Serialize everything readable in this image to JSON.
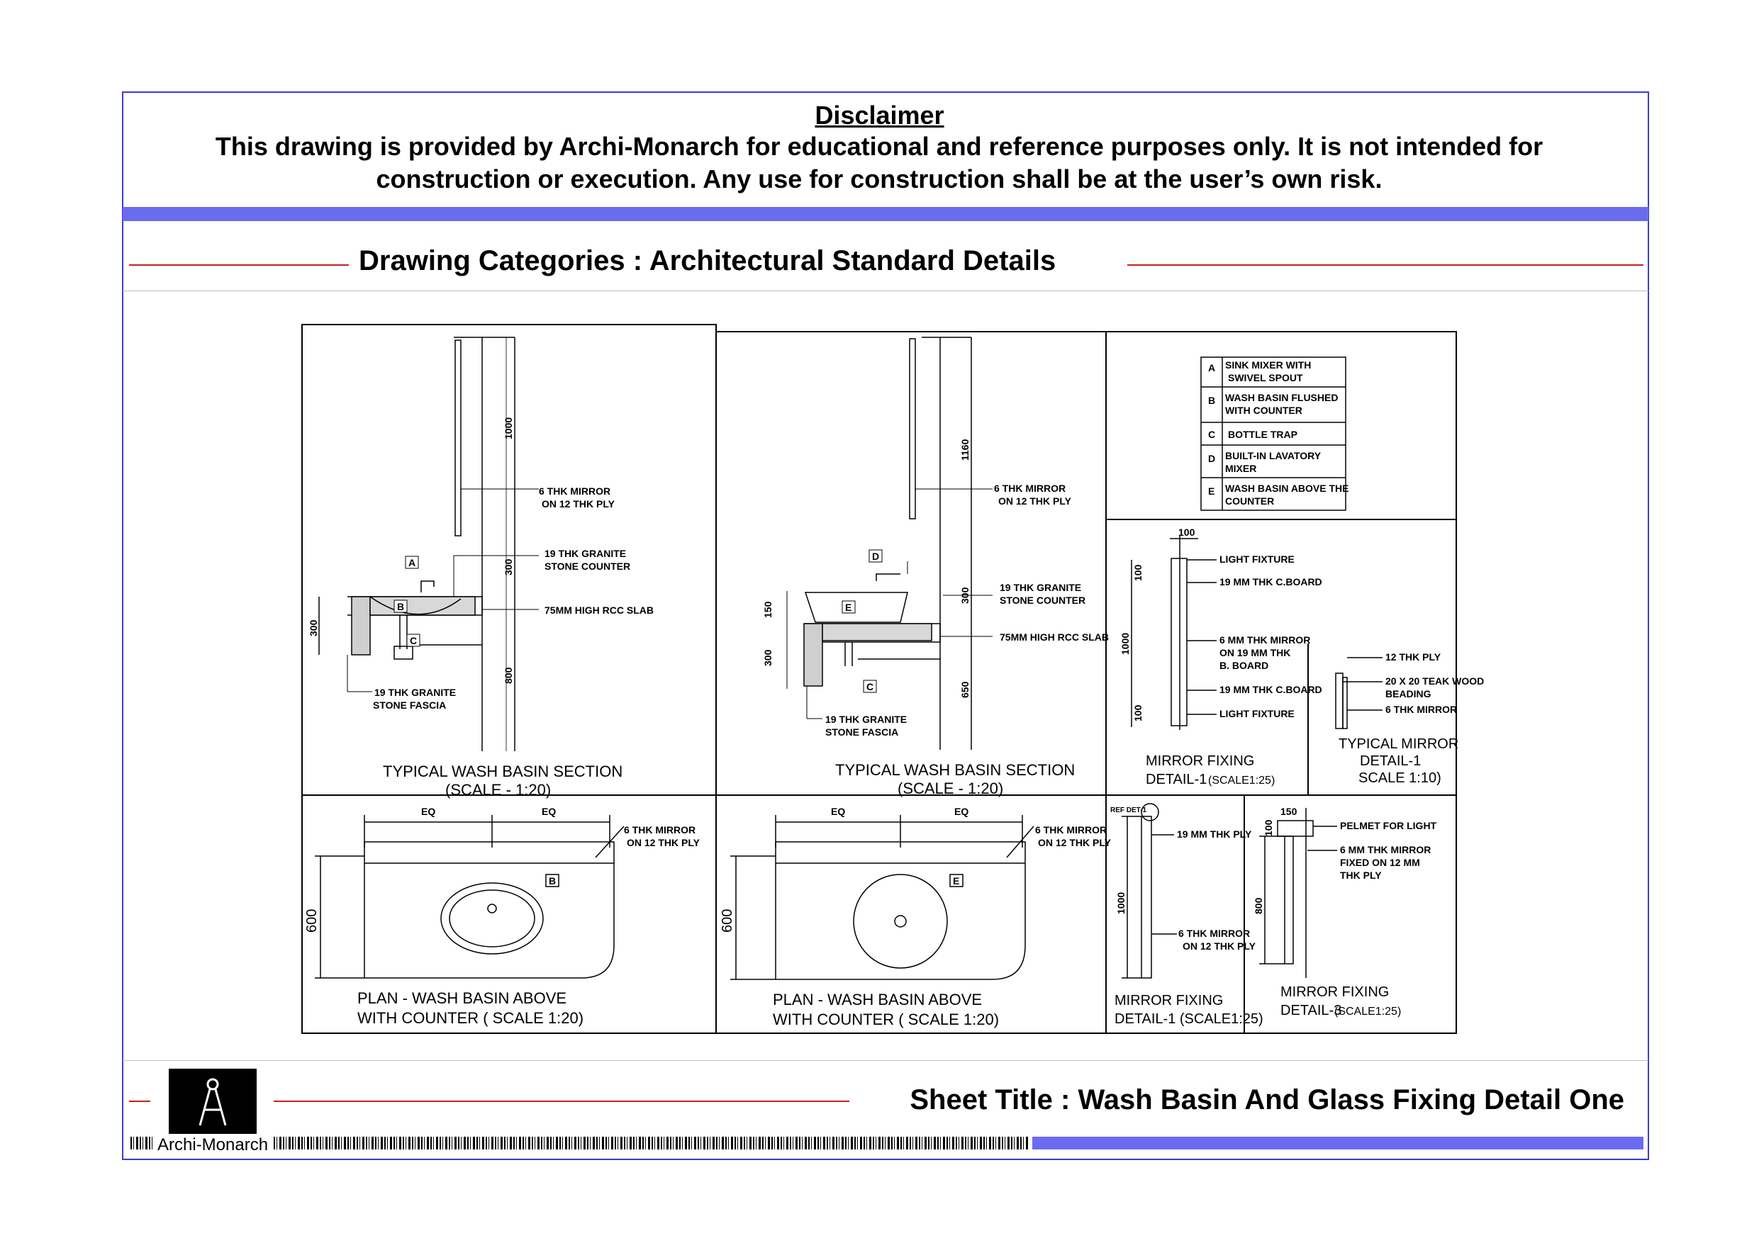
{
  "disclaimer": {
    "title": "Disclaimer",
    "line1": "This drawing is provided by Archi-Monarch for educational and reference purposes only. It is not intended for",
    "line2": "construction or execution. Any use for construction shall be at the user’s own risk."
  },
  "category_title": "Drawing Categories : Architectural Standard Details",
  "sheet_title": "Sheet Title : Wash Basin And Glass Fixing Detail One",
  "brand": "Archi-Monarch",
  "colors": {
    "frame": "#3b3bd0",
    "band": "#6b6bf0",
    "rule": "#c81e1e"
  },
  "legend": [
    {
      "key": "A",
      "l1": "SINK MIXER WITH",
      "l2": "SWIVEL SPOUT"
    },
    {
      "key": "B",
      "l1": "WASH BASIN FLUSHED",
      "l2": "WITH COUNTER"
    },
    {
      "key": "C",
      "l1": "BOTTLE TRAP",
      "l2": ""
    },
    {
      "key": "D",
      "l1": "BUILT-IN LAVATORY",
      "l2": "MIXER"
    },
    {
      "key": "E",
      "l1": "WASH BASIN ABOVE THE",
      "l2": "COUNTER"
    }
  ],
  "section1": {
    "caption1": "TYPICAL WASH BASIN SECTION",
    "caption2": "(SCALE - 1:20)",
    "mirror1": "6 THK MIRROR",
    "mirror2": "ON 12 THK PLY",
    "granite1": "19 THK GRANITE",
    "granite2": "STONE COUNTER",
    "slab": "75MM HIGH RCC SLAB",
    "fascia1": "19 THK GRANITE",
    "fascia2": "STONE FASCIA",
    "dim_top": "1000",
    "dim_mid": "300",
    "dim_bot": "800",
    "dim_left": "300",
    "tag_a": "A",
    "tag_b": "B",
    "tag_c": "C"
  },
  "section2": {
    "caption1": "TYPICAL WASH BASIN SECTION",
    "caption2": "(SCALE - 1:20)",
    "mirror1": "6 THK MIRROR",
    "mirror2": "ON 12 THK PLY",
    "granite1": "19 THK GRANITE",
    "granite2": "STONE COUNTER",
    "slab": "75MM HIGH RCC SLAB",
    "fascia1": "19 THK GRANITE",
    "fascia2": "STONE FASCIA",
    "dim_top": "1160",
    "dim_mid": "300",
    "dim_bot": "650",
    "dim_left_top": "150",
    "dim_left": "300",
    "tag_d": "D",
    "tag_e": "E",
    "tag_c": "C"
  },
  "plan1": {
    "caption1": "PLAN - WASH BASIN ABOVE",
    "caption2": "WITH COUNTER ( SCALE 1:20)",
    "eq": "EQ",
    "dim": "600",
    "mirror1": "6 THK MIRROR",
    "mirror2": "ON 12 THK PLY",
    "tag": "B"
  },
  "plan2": {
    "caption1": "PLAN - WASH BASIN ABOVE",
    "caption2": "WITH COUNTER ( SCALE 1:20)",
    "eq": "EQ",
    "dim": "600",
    "mirror1": "6 THK MIRROR",
    "mirror2": "ON 12 THK PLY",
    "tag": "E"
  },
  "mirror_detail1": {
    "light": "LIGHT FIXTURE",
    "board": "19 MM THK C.BOARD",
    "m1": "6 MM THK MIRROR",
    "m2": "ON 19 MM THK",
    "m3": "B. BOARD",
    "dim_w": "100",
    "dim_top": "100",
    "dim_mid": "1000",
    "dim_bot": "100",
    "caption1": "MIRROR FIXING",
    "caption2": "DETAIL-1",
    "caption3": "(SCALE1:25)"
  },
  "typical_mirror": {
    "ply": "12 THK PLY",
    "bead1": "20 X 20 TEAK WOOD",
    "bead2": "BEADING",
    "mirror": "6 THK MIRROR",
    "caption1": "TYPICAL MIRROR",
    "caption2": "DETAIL-1",
    "caption3": "SCALE 1:10)"
  },
  "mirror_detail2": {
    "ref": "REF DET-1",
    "ply": "19 MM THK PLY",
    "m1": "6 THK MIRROR",
    "m2": "ON 12 THK PLY",
    "dim": "1000",
    "caption1": "MIRROR FIXING",
    "caption2": "DETAIL-1 (SCALE1:25)"
  },
  "mirror_detail3": {
    "pelmet": "PELMET FOR LIGHT",
    "m1": "6 MM THK MIRROR",
    "m2": "FIXED ON 12 MM",
    "m3": "THK PLY",
    "dim_w": "150",
    "dim_top": "100",
    "dim": "800",
    "caption1": "MIRROR FIXING",
    "caption2": "DETAIL-3",
    "caption3": "(SCALE1:25)"
  }
}
